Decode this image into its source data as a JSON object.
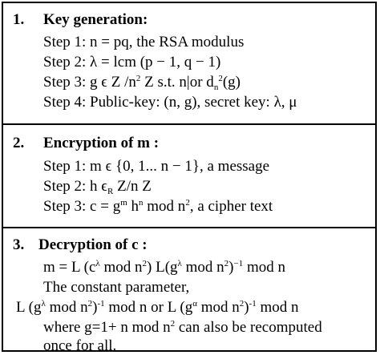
{
  "sections": [
    {
      "number": "1.",
      "title": "Key generation:",
      "steps": {
        "s1": "Step 1: n = pq, the RSA modulus",
        "s2": "Step 2: λ = lcm (p − 1, q − 1)",
        "s3": {
          "a": "Step 3: g ϵ  Z  /n",
          "b": "2",
          "c": " Z   s.t. n|or d",
          "d": "n",
          "e": "2",
          "f": "(g)"
        },
        "s4": "Step 4: Public-key: (n, g), secret key: λ, μ"
      }
    },
    {
      "number": "2.",
      "title": "Encryption  of m :",
      "steps": {
        "s1": "Step 1: m ϵ {0, 1... n − 1}, a message",
        "s2": {
          "a": "Step 2: h ϵ",
          "b": "R",
          "c": " Z/n Z"
        },
        "s3": {
          "a": "Step 3: c = g",
          "b": "m",
          "c": " h",
          "d": "n",
          "e": "  mod n",
          "f": "2",
          "g": ", a cipher text"
        }
      }
    },
    {
      "number": "3.",
      "title": "Decryption of c :",
      "lines": {
        "l1": {
          "a": "m = L (c",
          "b": "λ",
          "c": " mod n",
          "d": "2",
          "e": ") L(g",
          "f": "λ",
          "g": " mod n",
          "h": "2",
          "i": ")",
          "j": "−1",
          "k": " mod n"
        },
        "l2": "The constant parameter,",
        "l3": {
          "a": "L (g",
          "b": "λ",
          "c": " mod n",
          "d": "2",
          "e": ")",
          "f": "-1",
          "g": " mod n or L (g",
          "h": "α",
          "i": " mod n",
          "j": "2",
          "k": ")",
          "l": "-1",
          "m": " mod       n"
        },
        "l4": {
          "a": "where g=1+ n mod n",
          "b": "2",
          "c": " can also be recomputed"
        },
        "l5": "once for all."
      }
    }
  ]
}
